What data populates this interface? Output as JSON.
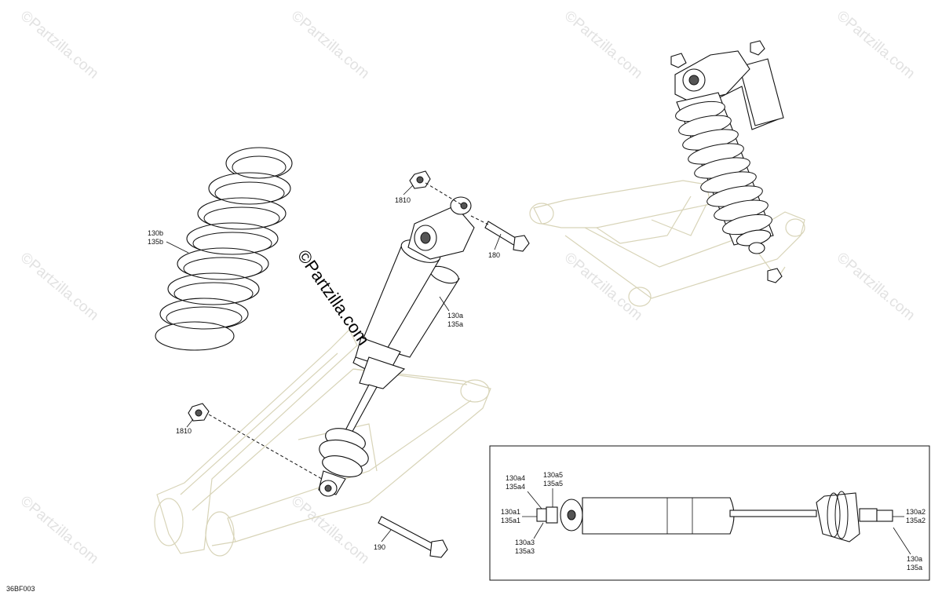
{
  "diagram": {
    "code": "36BF003",
    "watermark": "©Partzilla.com",
    "callouts": {
      "spring": [
        "130b",
        "135b"
      ],
      "shock": [
        "130a",
        "135a"
      ],
      "nut_top": "1810",
      "nut_bottom": "1810",
      "bolt_top": "180",
      "bolt_bottom": "190"
    },
    "inset": {
      "a4": [
        "130a4",
        "135a4"
      ],
      "a5": [
        "130a5",
        "135a5"
      ],
      "a1": [
        "130a1",
        "135a1"
      ],
      "a3": [
        "130a3",
        "135a3"
      ],
      "a2": [
        "130a2",
        "135a2"
      ],
      "a": [
        "130a",
        "135a"
      ]
    }
  }
}
